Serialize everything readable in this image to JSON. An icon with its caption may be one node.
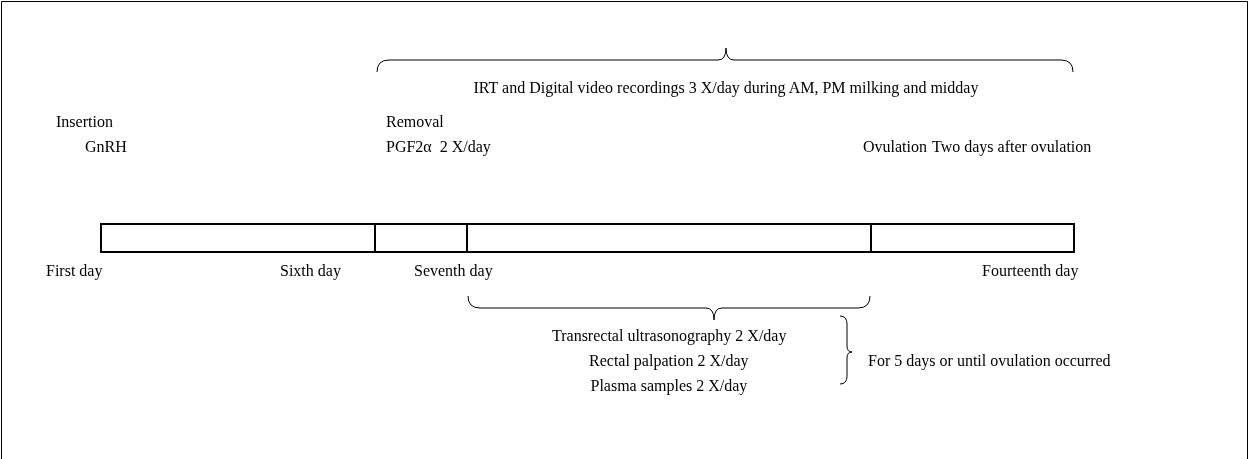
{
  "diagram": {
    "labels": [
      "IRT and Digital video recordings 3 X/day during AM, PM milking and midday",
      "Insertion",
      "GnRH",
      "Removal",
      "PGF2α  2 X/day",
      "Ovulation",
      "Two days after ovulation",
      "First day",
      "Sixth day",
      "Seventh day",
      "Fourteenth day",
      "Transrectal ultrasonography 2 X/day",
      "Rectal palpation 2 X/day",
      "Plasma samples 2 X/day",
      "For 5 days or until ovulation occurred"
    ]
  }
}
